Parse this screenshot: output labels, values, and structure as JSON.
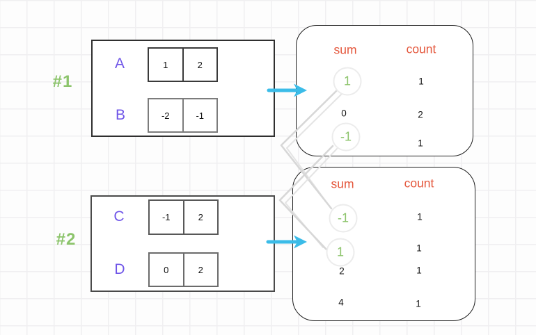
{
  "groups": [
    {
      "label": "#1",
      "rows": [
        {
          "name": "A",
          "cells": [
            "1",
            "2"
          ]
        },
        {
          "name": "B",
          "cells": [
            "-2",
            "-1"
          ]
        }
      ]
    },
    {
      "label": "#2",
      "rows": [
        {
          "name": "C",
          "cells": [
            "-1",
            "2"
          ]
        },
        {
          "name": "D",
          "cells": [
            "0",
            "2"
          ]
        }
      ]
    }
  ],
  "tables": [
    {
      "sum_header": "sum",
      "count_header": "count",
      "rows": [
        {
          "sum": "1",
          "count": "1",
          "highlighted": true
        },
        {
          "sum": "0",
          "count": "2",
          "highlighted": false
        },
        {
          "sum": "-1",
          "count": "1",
          "highlighted": true
        }
      ]
    },
    {
      "sum_header": "sum",
      "count_header": "count",
      "rows": [
        {
          "sum": "-1",
          "count": "1",
          "highlighted": true
        },
        {
          "sum": "1",
          "count": "1",
          "highlighted": true
        },
        {
          "sum": "2",
          "count": "1",
          "highlighted": false
        },
        {
          "sum": "4",
          "count": "1",
          "highlighted": false
        }
      ]
    }
  ],
  "connections": [
    {
      "from": "table1-sum-1",
      "to": "table2-sum--1"
    },
    {
      "from": "table1-sum--1",
      "to": "table2-sum-1"
    }
  ],
  "colors": {
    "green": "#8CC46B",
    "purple": "#6F55E8",
    "orange_red": "#E4573C",
    "cyan": "#3BBCE8",
    "connector_gray": "#D7D7D7"
  }
}
